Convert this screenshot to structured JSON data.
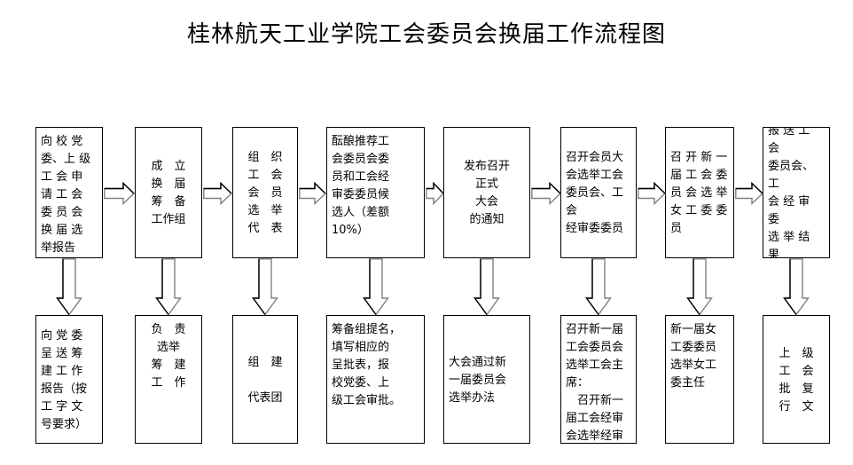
{
  "title": "桂林航天工业学院工会委员会换届工作流程图",
  "flow": {
    "top_row": [
      {
        "id": "apply-report",
        "text": "向 校 党\n委、上 级\n工 会 申\n请 工 会\n委 员 会\n换 届 选\n举报告"
      },
      {
        "id": "prep-group",
        "text": "成　立\n换　届\n筹　备\n工作组"
      },
      {
        "id": "elect-delegates",
        "text": "组　织\n工　会\n会　员\n选　举\n代　表"
      },
      {
        "id": "nominate-candidates",
        "text": "酝酿推荐工\n会委员会委\n员和工会经\n审委委员候\n选人（差额\n10%）"
      },
      {
        "id": "meeting-notice",
        "text": "发布召开\n正式\n大会\n的通知"
      },
      {
        "id": "member-congress",
        "text": "召开会员大\n会选举工会\n委员会、工会\n经审委委员"
      },
      {
        "id": "women-committee-election",
        "text": "召 开 新 一\n届 工 会 委\n员 会 选 举\n女 工 委 委\n员"
      },
      {
        "id": "report-results",
        "text": "向 党 委 和\n上 级 工 会\n报 送 工 会\n委员会、工\n会 经 审 委\n选 举 结 果\n及 委 员 分\n工的报告。"
      }
    ],
    "bottom_row": [
      {
        "id": "submit-prep-report",
        "text": "向 党 委\n呈 送 筹\n建 工 作\n报告（按\n工 字 文\n号要求）"
      },
      {
        "id": "responsible-prep",
        "text": "负　责\n选举\n筹　建\n工　作"
      },
      {
        "id": "form-delegation",
        "text": "组　建\n\n代表团"
      },
      {
        "id": "prep-nomination",
        "text": "筹备组提名，\n填写相应的\n呈批表，报\n校党委、上\n级工会审批。"
      },
      {
        "id": "approve-election-method",
        "text": "大会通过新\n一届委员会\n选举办法"
      },
      {
        "id": "elect-chairman",
        "text": "召开新一届\n工会委员会\n选举工会主\n席：\n　召开新一\n届工会经审\n会选举经审\n委主任。"
      },
      {
        "id": "elect-women-director",
        "text": "新一届女\n工委委员\n选举女工\n委主任"
      },
      {
        "id": "superior-approval",
        "text": "上　级\n工　会\n批　复\n行　文"
      }
    ]
  },
  "arrows": {
    "horizontal_label": "flow-arrow-right",
    "vertical_label": "flow-arrow-down",
    "outline_color": "#000000",
    "shadow_color": "#808080",
    "fill_color": "#ffffff"
  }
}
